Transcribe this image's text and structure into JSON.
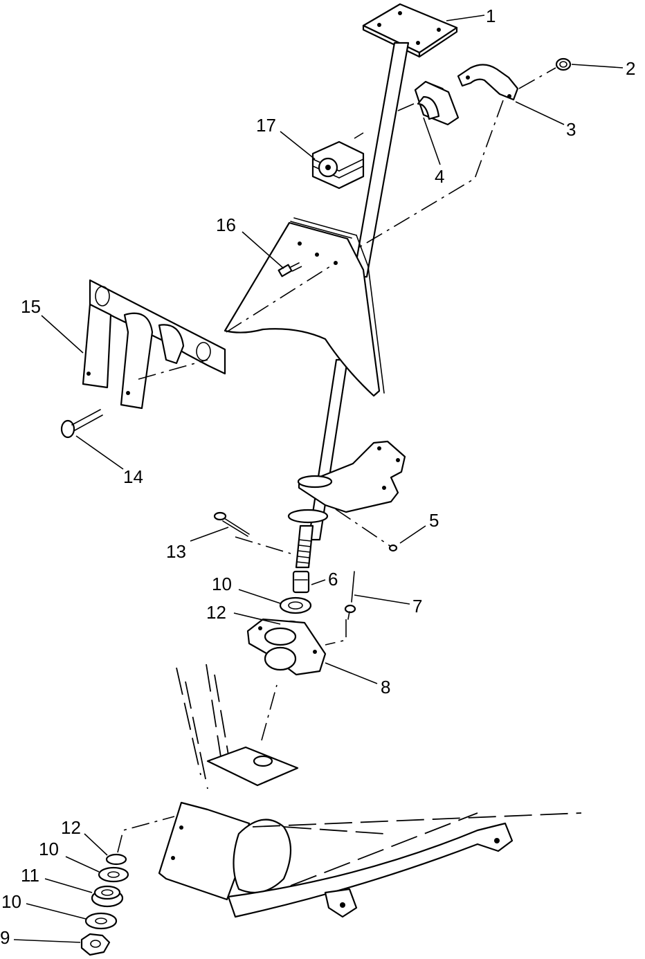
{
  "callouts": [
    {
      "id": "c1",
      "text": "1"
    },
    {
      "id": "c2",
      "text": "2"
    },
    {
      "id": "c3",
      "text": "3"
    },
    {
      "id": "c4",
      "text": "4"
    },
    {
      "id": "c5",
      "text": "5"
    },
    {
      "id": "c6",
      "text": "6"
    },
    {
      "id": "c7",
      "text": "7"
    },
    {
      "id": "c8",
      "text": "8"
    },
    {
      "id": "c9",
      "text": "9"
    },
    {
      "id": "c10a",
      "text": "10"
    },
    {
      "id": "c10b",
      "text": "10"
    },
    {
      "id": "c10c",
      "text": "10"
    },
    {
      "id": "c11",
      "text": "11"
    },
    {
      "id": "c12a",
      "text": "12"
    },
    {
      "id": "c12b",
      "text": "12"
    },
    {
      "id": "c13",
      "text": "13"
    },
    {
      "id": "c14",
      "text": "14"
    },
    {
      "id": "c15",
      "text": "15"
    },
    {
      "id": "c16",
      "text": "16"
    },
    {
      "id": "c17",
      "text": "17"
    }
  ],
  "colors": {
    "ink": "#000000",
    "paper": "#ffffff"
  }
}
